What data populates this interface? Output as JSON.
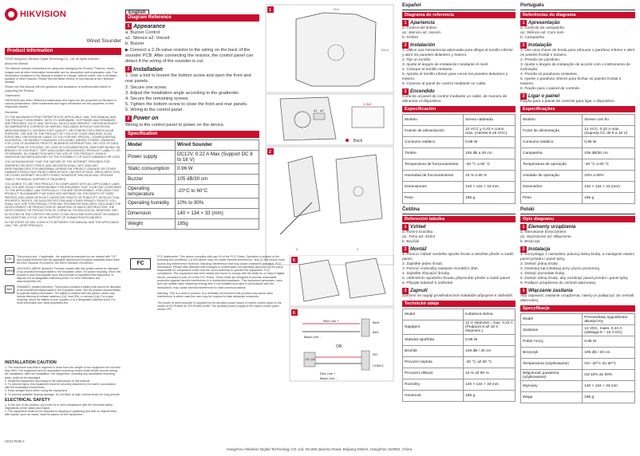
{
  "left": {
    "brand": "HIKVISION",
    "product_name": "Wired Sounder",
    "section_title": "Product Information",
    "legal_paragraphs": [
      "©2020 Hangzhou Hikvision Digital Technology Co., Ltd. All rights reserved.",
      "About this Manual",
      "The Manual includes instructions for using and managing the Product. Pictures, charts, images and all other information hereinafter are for description and explanation only. The information contained in the Manual is subject to change, without notice, due to firmware updates or other reasons. Please find the latest version of this Manual at the Hikvision website.",
      "Please use this Manual with the guidance and assistance of professionals trained in supporting the Product.",
      "Trademarks",
      "HIKVISION and other Hikvision's trademarks and logos are the properties of Hikvision in various jurisdictions. Other trademarks and logos mentioned are the properties of their respective owners.",
      "Disclaimer",
      "TO THE MAXIMUM EXTENT PERMITTED BY APPLICABLE LAW, THIS MANUAL AND THE PRODUCT DESCRIBED, WITH ITS HARDWARE, SOFTWARE AND FIRMWARE, ARE PROVIDED \"AS IS\" AND \"WITH ALL FAULTS AND ERRORS\". HIKVISION MAKES NO WARRANTIES, EXPRESS OR IMPLIED, INCLUDING WITHOUT LIMITATION, MERCHANTABILITY, SATISFACTORY QUALITY, OR FITNESS FOR A PARTICULAR PURPOSE. THE USE OF THE PRODUCT BY YOU IS AT YOUR OWN RISK. IN NO EVENT WILL HIKVISION BE LIABLE TO YOU FOR ANY SPECIAL, CONSEQUENTIAL, INCIDENTAL, OR INDIRECT DAMAGES, INCLUDING, AMONG OTHERS, DAMAGES FOR LOSS OF BUSINESS PROFITS, BUSINESS INTERRUPTION, OR LOSS OF DATA, CORRUPTION OF SYSTEMS, OR LOSS OF DOCUMENTATION, WHETHER BASED ON BREACH OF CONTRACT, TORT (INCLUDING NEGLIGENCE), PRODUCT LIABILITY, OR OTHERWISE, IN CONNECTION WITH THE USE OF THE PRODUCT, EVEN IF HIKVISION HAS BEEN ADVISED OF THE POSSIBILITY OF SUCH DAMAGES OR LOSS.",
      "YOU ACKNOWLEDGE THAT THE NATURE OF THE INTERNET PROVIDES FOR INHERENT SECURITY RISKS, AND HIKVISION SHALL NOT TAKE ANY RESPONSIBILITIES FOR ABNORMAL OPERATION, PRIVACY LEAKAGE OR OTHER DAMAGES RESULTING FROM CYBER-ATTACK, HACKER ATTACK, VIRUS INFECTION, OR OTHER INTERNET SECURITY RISKS; HOWEVER, HIKVISION WILL PROVIDE TIMELY TECHNICAL SUPPORT IF REQUIRED.",
      "YOU AGREE TO USE THIS PRODUCT IN COMPLIANCE WITH ALL APPLICABLE LAWS, AND YOU ARE SOLELY RESPONSIBLE FOR ENSURING THAT YOUR USE CONFORMS TO THE APPLICABLE LAW. ESPECIALLY, YOU ARE RESPONSIBLE, FOR USING THIS PRODUCT IN A MANNER THAT DOES NOT INFRINGE ON THE RIGHTS OF THIRD PARTIES, INCLUDING WITHOUT LIMITATION, RIGHTS OF PUBLICITY, INTELLECTUAL PROPERTY RIGHTS, OR DATA PROTECTION AND OTHER PRIVACY RIGHTS. YOU SHALL NOT USE THIS PRODUCT FOR ANY PROHIBITED END-USES, INCLUDING THE DEVELOPMENT OR PRODUCTION OF WEAPONS OF MASS DESTRUCTION, THE DEVELOPMENT OR PRODUCTION OF CHEMICAL OR BIOLOGICAL WEAPONS, ANY ACTIVITIES IN THE CONTEXT RELATED TO ANY NUCLEAR EXPLOSIVE OR UNSAFE NUCLEAR FUEL-CYCLE, OR IN SUPPORT OF HUMAN RIGHTS ABUSES.",
      "IN THE EVENT OF ANY CONFLICTS BETWEEN THIS MANUAL AND THE APPLICABLE LAW, THE LATER PREVAILS."
    ],
    "icon_notes": [
      {
        "icon": "CE",
        "text": "This product and - if applicable - the supplied accessories too are marked with \"CE\" and comply therefore with the applicable harmonized European standards listed under the EMC Directive 2014/30/EU, the RoHS Directive 2011/65/EU."
      },
      {
        "icon": "WEEE",
        "text": "2012/19/EU (WEEE directive): Products marked with this symbol cannot be disposed of as unsorted municipal waste in the European Union. For proper recycling, return this product to your local supplier upon the purchase of equivalent new equipment, or dispose of it at designated collection points. For more information see: www.recyclethis.info"
      },
      {
        "icon": "BAT",
        "text": "2006/66/EC (battery directive): This product contains a battery that cannot be disposed of as unsorted municipal waste in the European Union. See the product documentation for specific battery information. The battery is marked with this symbol, which may include lettering to indicate cadmium (Cd), lead (Pb), or mercury (Hg). For proper recycling, return the battery to your supplier or to a designated collection point. For more information see: www.recyclethis.info"
      }
    ],
    "install_title": "INSTALLATION CAUTION",
    "install_lines": [
      "1. The maximum load that is required to draw from the weight of the equipment but not less than 50N. The equipment and its associated mounting means shall remain secure during the installation. After the installation, the equipment, including any associated mounting plate, shall not be damaged.",
      "2. Install the equipment according to the instructions in this manual.",
      "3. To prevent injury, this equipment must be securely attached to the wall in accordance with the installation instructions.",
      "4. Keep straight down when using the equipment.",
      "5. To prevent possible hearing damage, do not listen at high volume levels for long periods."
    ],
    "elec_title": "ELECTRICAL SAFETY",
    "elec_lines": [
      "1. In the use of the product, you must be in strict compliance with the electrical safety regulations of the nation and region.",
      "2. The equipment shall not be exposed to dripping or splashing and that no objects filled with liquids, such as vases, shall be placed on the equipment."
    ],
    "doc_code": "UD21784B-C"
  },
  "mid": {
    "language": "English",
    "diagram_ref": "Diagram Reference",
    "appearance_title": "Appearance",
    "appearance_items": [
      "a. Buzzer Control",
      "a1: Silence  a2: Voiced",
      "b. Buzzer"
    ],
    "appearance_note": "Connect a 2.2k-value resistor to the wiring on the back of the sounder PCB. After connecting the resistor, the control panel can detect if the wiring of the sounder is cut.",
    "installation_title": "Installation",
    "installation_steps": [
      "1. Use a tool to loosen the bottom screw and open the front and rear panels.",
      "2. Secure one screw.",
      "3. Adjust the installation angle according to the gradienter.",
      "4. Secure the remaining screws.",
      "5. Tighten the bottom screw to close the front and rear panels.",
      "6. Wiring to the control panel."
    ],
    "power_title": "Power on",
    "power_text": "Wiring to the control panel to power on the device.",
    "spec_title": "Specification",
    "spec_rows": [
      {
        "k": "Model",
        "v": "Wired Sounder",
        "bold": true
      },
      {
        "k": "Power supply",
        "v": "DC12V, 0.22 A Max (Support DC 8 to 16 V)"
      },
      {
        "k": "Static consumption",
        "v": "0.96 W"
      },
      {
        "k": "Buzzer",
        "v": "105 dB/30 cm"
      },
      {
        "k": "Operating temperature",
        "v": "-20°C to 60°C"
      },
      {
        "k": "Operating humidity",
        "v": "10% to 90%"
      },
      {
        "k": "Dimension",
        "v": "140 × 134 × 33 (mm)"
      },
      {
        "k": "Weight",
        "v": "185g"
      }
    ],
    "fig_labels": {
      "fig1": "1",
      "fig2": "2",
      "fig3": "3",
      "fig4": "4",
      "fig5": "5",
      "fig6": "6",
      "back": "Back",
      "res": "2.2kΩ",
      "red_line": "Red Line +",
      "black_line": "Black Line -",
      "bell_p": "Bell+",
      "bell_m": "Bell-",
      "or": "OR",
      "no": "NO",
      "com": "COM/G",
      "dc": "DC 12V",
      "a1": "a1",
      "a2": "a2",
      "dim_top": "73.0",
      "dim_right": "134.0"
    },
    "fcc_text": "FCC statements: This device complies with part 15 of the FCC Rules. Operation is subject to the following two conditions: (1) this device may not cause harmful interference, and (2) this device must accept any interference received, including interference that may cause undesired operation. FCC Information: Please take attention that changes or modification not expressly approved by the party responsible for compliance could void the user's authority to operate the equipment. FCC compliance: This equipment has been tested and found to comply with the limits for a Class B digital device, pursuant to part 15 of the FCC Rules. These limits are designed to provide reasonable protection against harmful interference in a residential installation. This equipment generates, uses, and can radiate radio frequency energy and, if not installed and used in accordance with the instructions, may cause harmful interference to radio communications.",
    "warning_text": "Warning: This is a class A product. In a domestic environment this product may cause radio interference in which case the user may be required to take adequate measures.",
    "power_note": "The power of wired sounder is supplied by the auxiliary power output of hybrid control panel or the model of DS-PHA64-W, DS-PHA64-W4M. The auxiliary power supply of the hybrid control panel needs LPS.",
    "footer": "Hangzhou Hikvision Digital Technology CO.,Ltd. No.555 Qianmo Road, Binjiang District, Hangzhou 310052, China"
  },
  "es": {
    "language": "Español",
    "diagram_ref": "Diagrama de referencia",
    "appearance_title": "Apariencia",
    "appearance_items": [
      "a. Control del timbre",
      "a1: silencio   a2: sonoro",
      "b. Timbre"
    ],
    "installation_title": "Instalación",
    "installation_steps": [
      "1. Utilice una herramienta adecuada para aflojar el tornillo inferior y abrir los paneles delantero y trasero.",
      "2. Fije un tornillo.",
      "3. Ajuste el ángulo de instalación mediante el nivel.",
      "4. Coloque el tornillo restante.",
      "5. Apriete el tornillo inferior para cerrar los paneles delantero y trasero.",
      "6. Conecte al panel de control mediante un cable."
    ],
    "power_title": "Encendido",
    "power_text": "Conecte al panel de control mediante un cable, de manera de alimentar el dispositivo.",
    "spec_title": "Especificación",
    "spec_rows": [
      {
        "k": "Modelo",
        "v": "Sirena cableada"
      },
      {
        "k": "Fuente de alimentación",
        "v": "12 VCC y 0,22 A como máx. (Admite 8-16 VCC)"
      },
      {
        "k": "Consumo estático",
        "v": "0,96 W"
      },
      {
        "k": "Timbre",
        "v": "105 dB a 30 cm"
      },
      {
        "k": "Temperatura de funcionamiento",
        "v": "-20 °C a 60 °C"
      },
      {
        "k": "Humedad de funcionamiento",
        "v": "10 % a 90 %"
      },
      {
        "k": "Dimensiones",
        "v": "140 × 134 × 33 mm"
      },
      {
        "k": "Peso",
        "v": "185 g"
      }
    ]
  },
  "cs": {
    "language": "Čeština",
    "diagram_ref": "Referenční tabulka",
    "appearance_title": "Vzhled",
    "appearance_items": [
      "a. Řízení bzučáku",
      "a1: Ticho   a2: Znění",
      "b. Bzučák"
    ],
    "installation_title": "Montáž",
    "installation_steps": [
      "1. Pomocí nářadí uvolněte spodní šroub a otevřete přední a zadní panel.",
      "2. Zajistěte jeden šroub.",
      "3. Pomocí vodováhy nastavte montážní úhel.",
      "4. Zajistěte zbývající šrouby.",
      "5. Utáhněním spodního šroubu připevněte přední a zadní panel.",
      "6. Připojte kabelaž k ústředně."
    ],
    "power_title": "Zapnutí",
    "power_text": "Zařízení se napájí prostřednictvím kabeláže připojené k ústředně.",
    "spec_title": "Technické údaje",
    "spec_rows": [
      {
        "k": "Model",
        "v": "Kabelová siréna"
      },
      {
        "k": "Napájení",
        "v": "12 V stejnosm., max. 0,22 A (Podpora 8 až 16 V stejnosm.)"
      },
      {
        "k": "Statická spotřeba",
        "v": "0,96 W"
      },
      {
        "k": "Bzučák",
        "v": "105 dB / 30 cm"
      },
      {
        "k": "Provozní teplota",
        "v": "-20 °C až 60 °C"
      },
      {
        "k": "Provozní vlhkost",
        "v": "10 % až 90 %"
      },
      {
        "k": "Rozměry",
        "v": "140 × 134 × 33 mm"
      },
      {
        "k": "Hmotnost",
        "v": "185 g"
      }
    ]
  },
  "pt": {
    "language": "Português",
    "diagram_ref": "Referências do diagrama",
    "appearance_title": "Apresentação",
    "appearance_items": [
      "a. Controlo da campainha",
      "a1: Silêncio   a2: Com som",
      "b. Campainha"
    ],
    "installation_title": "Instalação",
    "installation_steps": [
      "1. Use uma chave de fenda para afrouxar o parafuso inferior e abrir os painéis frontal e traseiro.",
      "2. Prenda um parafuso.",
      "3. Ajuste o ângulo de instalação de acordo com o instrumento de inclinação.",
      "4. Prenda os parafusos restantes.",
      "5. Aperte o parafuso inferior para fechar os painéis frontal e traseiro.",
      "6. Fiação para o painel de controle."
    ],
    "power_title": "Ligar o painel",
    "power_text": "Fiação para o painel de controle para ligar o dispositivo.",
    "spec_title": "Especificações",
    "spec_rows": [
      {
        "k": "Modelo",
        "v": "Sirene com fio"
      },
      {
        "k": "Fonte de alimentação",
        "v": "12 VCC, 0,22 A máx. (Suporta CC de 8 a 16 V)"
      },
      {
        "k": "Consumo estático",
        "v": "0,96 W"
      },
      {
        "k": "Campainha",
        "v": "105 dB/30 cm"
      },
      {
        "k": "Temperatura de operação",
        "v": "-20 °C a 60 °C"
      },
      {
        "k": "Unidade de operação",
        "v": "10% a 90%"
      },
      {
        "k": "Dimensões",
        "v": "140 × 134 × 33 (mm)"
      },
      {
        "k": "Peso",
        "v": "185 g"
      }
    ]
  },
  "pl": {
    "language": "Polski",
    "diagram_ref": "Opis diagramu",
    "appearance_title": "Elementy urządzenia",
    "appearance_items": [
      "a. Sterowanie brzęczykiem",
      "a1: Wyciszenie   a2: Włączenie",
      "b. Brzęczyk"
    ],
    "installation_title": "Instalacja",
    "installation_steps": [
      "1. Korzystając z narzędzia, poluzuj dolną śrubę, a następnie otwórz panel przedni i panel tylny.",
      "2. Dokręć jedną śrubę.",
      "3. Dostosuj kąt instalacji przy użyciu poziomicy.",
      "4. Dokręć pozostałe śruby.",
      "5. Dokręć dolną śrubę, aby zamknąć panel przedni i panel tylny.",
      "6. Podłącz urządzenie do centrali alarmowej."
    ],
    "power_title": "Włączanie zasilania",
    "power_text": "Aby zapewnić zasilanie urządzenia, należy je podłączyć do centrali alarmowej.",
    "spec_title": "Specyfikacje",
    "spec_rows": [
      {
        "k": "Model",
        "v": "Przewodowy sygnalizator akustyczny"
      },
      {
        "k": "Zasilanie",
        "v": "12 VDC, maks. 0,22 A (obsługa 8 ÷ 16 V DC)"
      },
      {
        "k": "Pobór mocy",
        "v": "0,96 W"
      },
      {
        "k": "Brzęczyk",
        "v": "105 dB / 30 cm"
      },
      {
        "k": "Temperatura (użytkowanie)",
        "v": "Od −20°C do 60°C"
      },
      {
        "k": "Wilgotność powietrza (użytkowanie)",
        "v": "Od 10% do 90%"
      },
      {
        "k": "Wymiary",
        "v": "140 × 134 × 33 mm"
      },
      {
        "k": "Waga",
        "v": "185 g"
      }
    ]
  }
}
